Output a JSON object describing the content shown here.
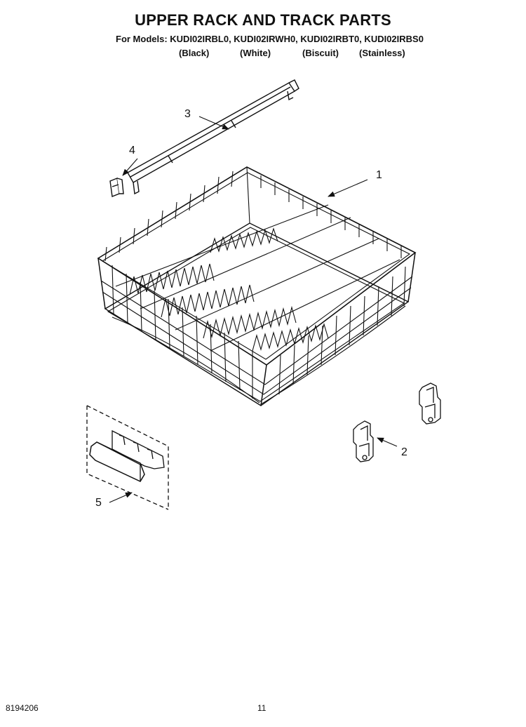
{
  "header": {
    "title": "UPPER RACK AND TRACK PARTS",
    "models_line": "For Models: KUDI02IRBL0, KUDI02IRWH0, KUDI02IRBT0, KUDI02IRBS0",
    "variants": [
      "(Black)",
      "(White)",
      "(Biscuit)",
      "(Stainless)"
    ]
  },
  "callouts": [
    "1",
    "2",
    "3",
    "4",
    "5"
  ],
  "footer": {
    "doc_number": "8194206",
    "page_number": "11"
  }
}
